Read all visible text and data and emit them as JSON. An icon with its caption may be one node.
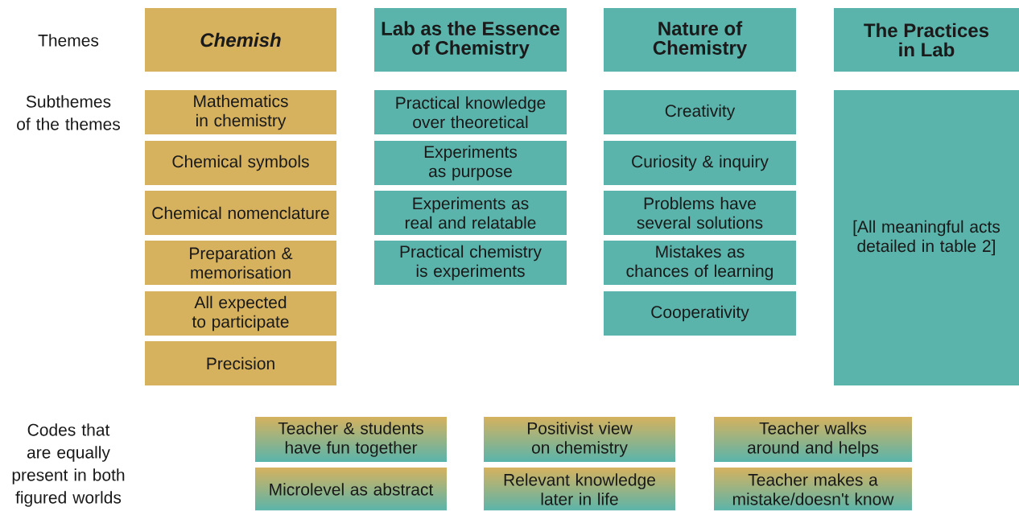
{
  "diagram": {
    "nodes": [
      {
        "text": [
          "Chemish"
        ]
      },
      {
        "text": [
          "Lab as the Essence of Chemistry"
        ]
      },
      {
        "text": [
          "Nature of Chemistry"
        ]
      },
      {
        "text": [
          "The Practices in Lab"
        ]
      },
      {
        "text": [
          "Mathematics in chemistry"
        ]
      },
      {
        "text": [
          "Chemical symbols"
        ]
      },
      {
        "text": [
          "Chemical nomenclature"
        ]
      },
      {
        "text": [
          "Preparation & memorisation"
        ]
      },
      {
        "text": [
          "All expected to participate"
        ]
      },
      {
        "text": [
          "Precision"
        ]
      },
      {
        "text": [
          "Practical knowledge over theoretical"
        ]
      },
      {
        "text": [
          "Experiments as purpose"
        ]
      },
      {
        "text": [
          "Experiments as real and relatable"
        ]
      },
      {
        "text": [
          "Practical chemistry is experiments"
        ]
      },
      {
        "text": [
          "Creativity"
        ]
      },
      {
        "text": [
          "Curiosity & inquiry"
        ]
      },
      {
        "text": [
          "Problems have several solutions"
        ]
      },
      {
        "text": [
          "Mistakes as chances of learning"
        ]
      },
      {
        "text": [
          "Cooperativity"
        ]
      },
      {
        "text": [
          "[All meaningful acts detailed in table 2]"
        ]
      },
      {
        "text": [
          "Teacher & students have fun together"
        ]
      },
      {
        "text": [
          "Positivist view on chemistry"
        ]
      },
      {
        "text": [
          "Teacher walks around and helps"
        ]
      },
      {
        "text": [
          "Microlevel as abstract"
        ]
      },
      {
        "text": [
          "Relevant knowledge later in life"
        ]
      },
      {
        "text": [
          "Teacher makes a mistake/doesn't know"
        ]
      }
    ],
    "labels": [
      "Themes",
      "Subthemes of the themes",
      "Codes that are equally present in both figured worlds"
    ]
  }
}
